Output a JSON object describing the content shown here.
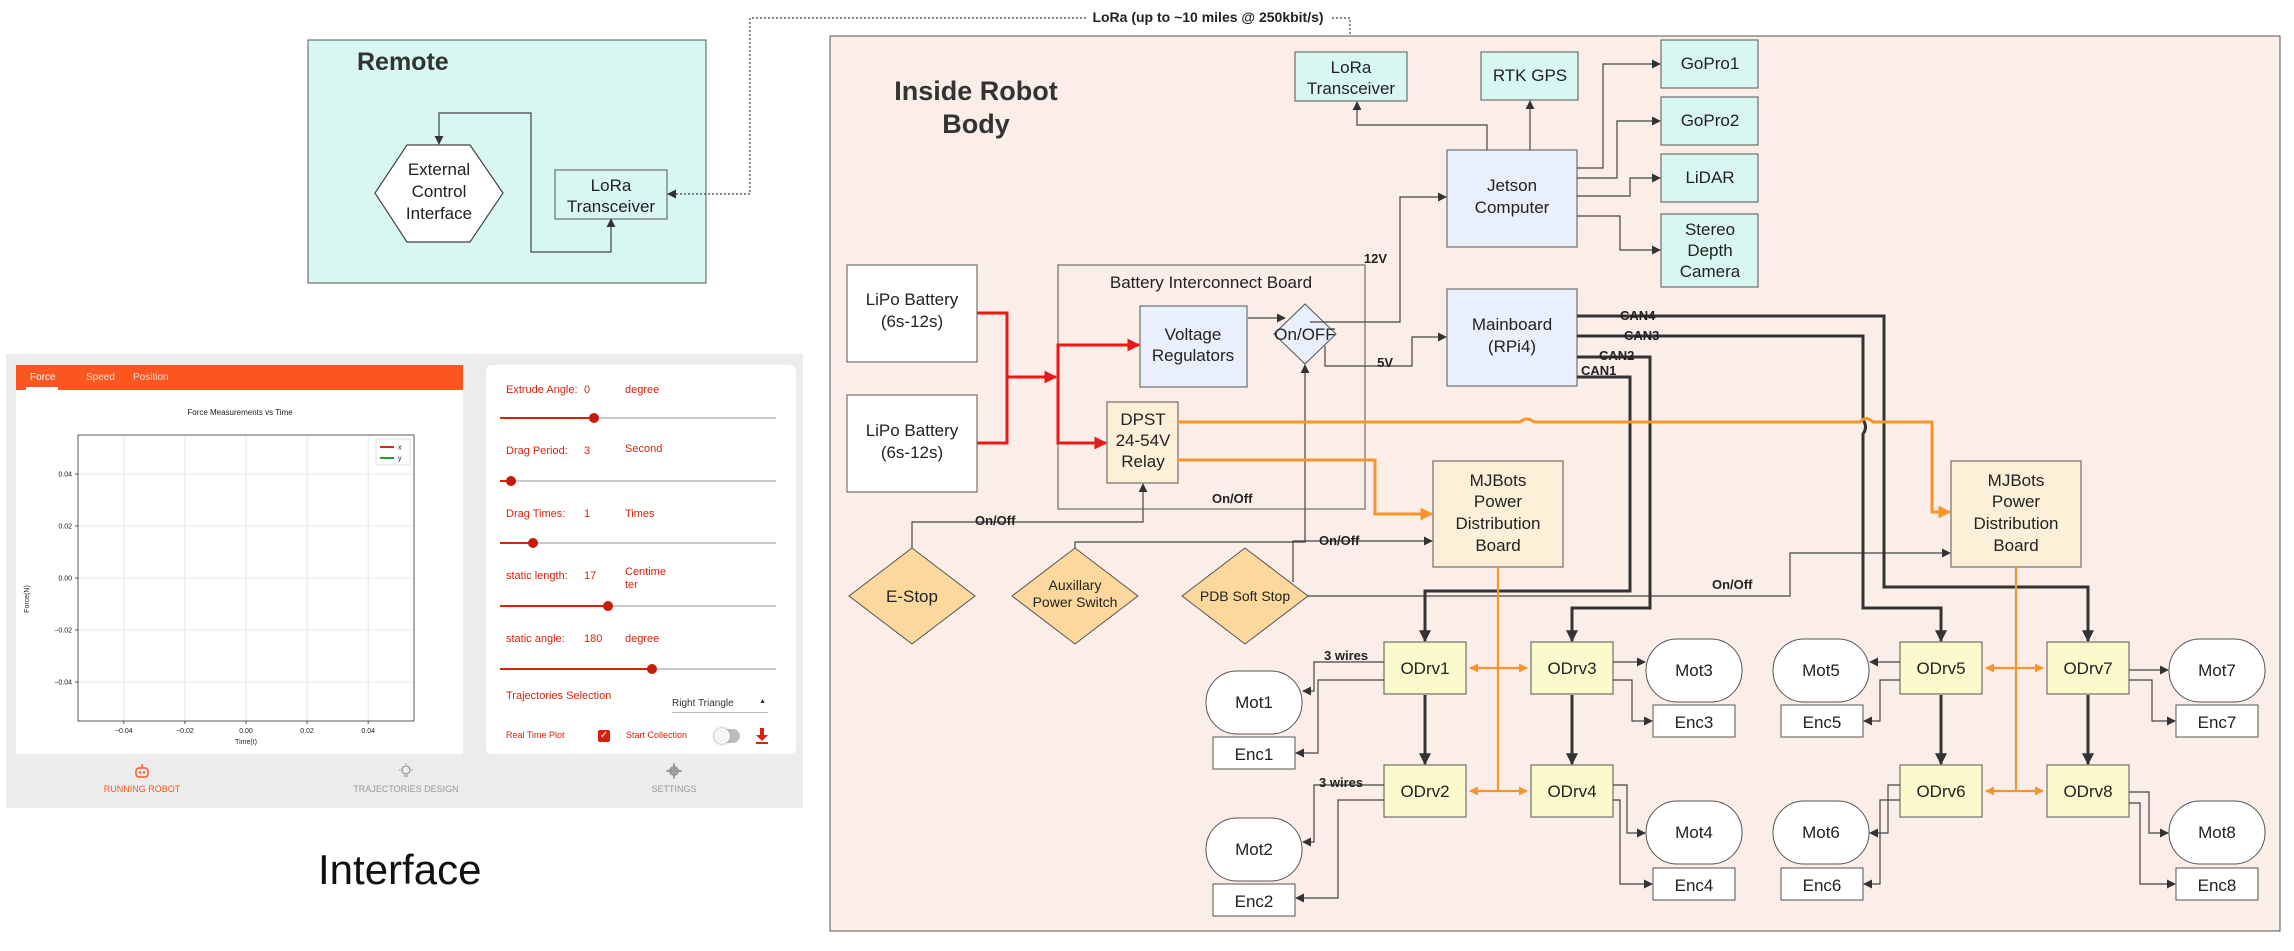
{
  "remote": {
    "title": "Remote",
    "external_control": [
      "External",
      "Control",
      "Interface"
    ],
    "lora": [
      "LoRa",
      "Transceiver"
    ]
  },
  "link_label": "LoRa (up to ~10 miles @ 250kbit/s)",
  "robot": {
    "title": [
      "Inside Robot",
      "Body"
    ],
    "lora": [
      "LoRa",
      "Transceiver"
    ],
    "rtk_gps": [
      "RTK GPS"
    ],
    "gopro1": [
      "GoPro1"
    ],
    "gopro2": [
      "GoPro2"
    ],
    "lidar": [
      "LiDAR"
    ],
    "stereo_camera": [
      "Stereo",
      "Depth",
      "Camera"
    ],
    "jetson": [
      "Jetson",
      "Computer"
    ],
    "mainboard": [
      "Mainboard",
      "(RPi4)"
    ],
    "battery1": [
      "LiPo Battery",
      "(6s-12s)"
    ],
    "battery2": [
      "LiPo Battery",
      "(6s-12s)"
    ],
    "interconnect_title": "Battery Interconnect Board",
    "voltage_regulators": [
      "Voltage",
      "Regulators"
    ],
    "on_off_switch": "On/OFF",
    "relay": [
      "DPST",
      "24-54V",
      "Relay"
    ],
    "pdb_left": [
      "MJBots",
      "Power",
      "Distribution",
      "Board"
    ],
    "pdb_right": [
      "MJBots",
      "Power",
      "Distribution",
      "Board"
    ],
    "estop": [
      "E-Stop"
    ],
    "aux_switch": [
      "Auxillary",
      "Power Switch"
    ],
    "pdb_soft_stop": [
      "PDB Soft Stop"
    ],
    "label_12v": "12V",
    "label_5v": "5V",
    "label_can1": "CAN1",
    "label_can2": "CAN2",
    "label_can3": "CAN3",
    "label_can4": "CAN4",
    "label_onoff": "On/Off",
    "label_3wires": "3 wires",
    "odrv1": "ODrv1",
    "odrv2": "ODrv2",
    "odrv3": "ODrv3",
    "odrv4": "ODrv4",
    "odrv5": "ODrv5",
    "odrv6": "ODrv6",
    "odrv7": "ODrv7",
    "odrv8": "ODrv8",
    "mot1": "Mot1",
    "mot2": "Mot2",
    "mot3": "Mot3",
    "mot4": "Mot4",
    "mot5": "Mot5",
    "mot6": "Mot6",
    "mot7": "Mot7",
    "mot8": "Mot8",
    "enc1": "Enc1",
    "enc2": "Enc2",
    "enc3": "Enc3",
    "enc4": "Enc4",
    "enc5": "Enc5",
    "enc6": "Enc6",
    "enc7": "Enc7",
    "enc8": "Enc8"
  },
  "interface": {
    "caption": "Interface",
    "tabs": [
      "Force",
      "Speed",
      "Position"
    ],
    "settings": {
      "extrude_angle": {
        "label": "Extrude Angle:",
        "value": "0",
        "unit": "degree",
        "fraction": 0.34
      },
      "drag_period": {
        "label": "Drag Period:",
        "value": "3",
        "unit": "Second",
        "fraction": 0.04
      },
      "drag_times": {
        "label": "Drag Times:",
        "value": "1",
        "unit": "Times",
        "fraction": 0.12
      },
      "static_length": {
        "label": "static length:",
        "value": "17",
        "unit": "Centimeter",
        "fraction": 0.39
      },
      "static_angle": {
        "label": "static angle:",
        "value": "180",
        "unit": "degree",
        "fraction": 0.55
      },
      "trajectories_label": "Trajectories Selection",
      "trajectory_value": "Right Triangle",
      "realtime_plot": "Real Time Plot",
      "start_collection": "Start Collection"
    },
    "nav": [
      "RUNNING ROBOT",
      "TRAJECTORIES DESIGN",
      "SETTINGS"
    ],
    "chart_data": {
      "type": "line",
      "title": "Force Measurements vs Time",
      "xlabel": "Time(t)",
      "ylabel": "Force(N)",
      "xlim": [
        -0.055,
        0.055
      ],
      "ylim": [
        -0.055,
        0.055
      ],
      "xticks": [
        "−0.04",
        "−0.02",
        "0.00",
        "0.02",
        "0.04"
      ],
      "xtick_values": [
        -0.04,
        -0.02,
        0,
        0.02,
        0.04
      ],
      "yticks": [
        "0.04",
        "0.02",
        "0.00",
        "−0.02",
        "−0.04"
      ],
      "ytick_values": [
        0.04,
        0.02,
        0,
        -0.02,
        -0.04
      ],
      "grid": true,
      "legend_position": "top-right",
      "series": [
        {
          "name": "x",
          "color": "#d62728",
          "x": [],
          "y": []
        },
        {
          "name": "y",
          "color": "#2ca02c",
          "x": [],
          "y": []
        }
      ]
    }
  },
  "colors": {
    "remote_fill": "#d8f7f1",
    "robot_fill": "#fbeee8",
    "cyan_box": "#d8f7f1",
    "blue_box": "#e9f0fb",
    "cream_box": "#fdf0d9",
    "yellow_box": "#fbfacd",
    "diamond": "#fdd89c",
    "red_wire": "#e8191a",
    "orange_wire": "#f7952b",
    "accent": "#fc5620"
  }
}
